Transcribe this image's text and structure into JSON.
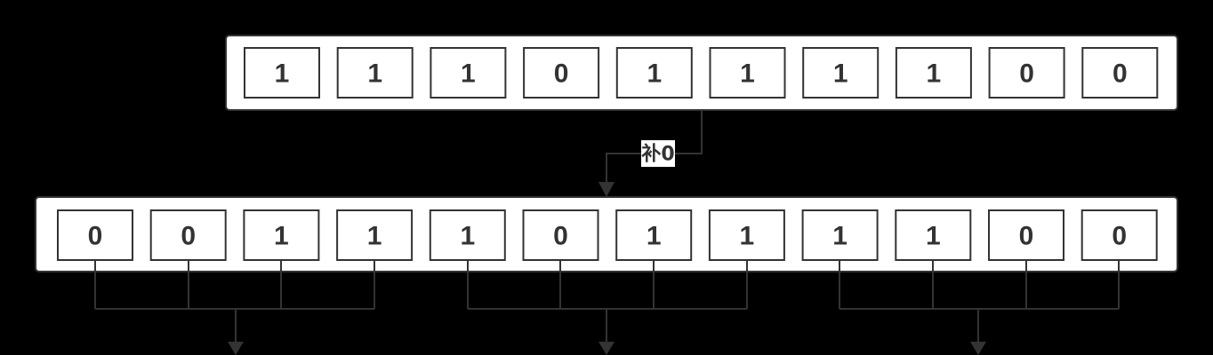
{
  "top_bits": [
    "1",
    "1",
    "1",
    "0",
    "1",
    "1",
    "1",
    "1",
    "0",
    "0"
  ],
  "bottom_bits": [
    "0",
    "0",
    "1",
    "1",
    "1",
    "0",
    "1",
    "1",
    "1",
    "1",
    "0",
    "0"
  ],
  "edge_label": "补0",
  "colors": {
    "background": "#000000",
    "box": "#ffffff",
    "stroke": "#333333"
  }
}
